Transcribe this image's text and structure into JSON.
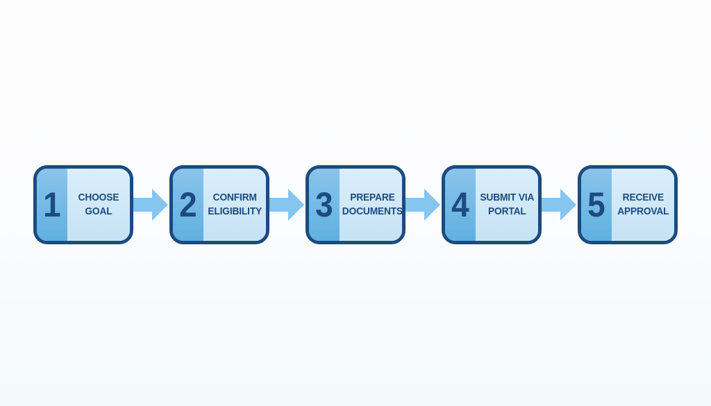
{
  "diagram": {
    "steps": [
      {
        "number": "1",
        "label": "CHOOSE\nGOAL"
      },
      {
        "number": "2",
        "label": "CONFIRM\nELIGIBILITY"
      },
      {
        "number": "3",
        "label": "PREPARE\nDOCUMENTS"
      },
      {
        "number": "4",
        "label": "SUBMIT VIA\nPORTAL"
      },
      {
        "number": "5",
        "label": "RECEIVE\nAPPROVAL"
      }
    ]
  },
  "colors": {
    "navy": "#1b4b80",
    "text-navy": "#1d4b7f",
    "panel-medium": "#89c4ec",
    "panel-medium-deep": "#60b0e0",
    "panel-light": "#daeefb",
    "panel-light-deep": "#c6e2f4",
    "arrow": "#85c5ee",
    "background-top": "#fdfdfe",
    "background-bottom": "#f4f9fc"
  }
}
